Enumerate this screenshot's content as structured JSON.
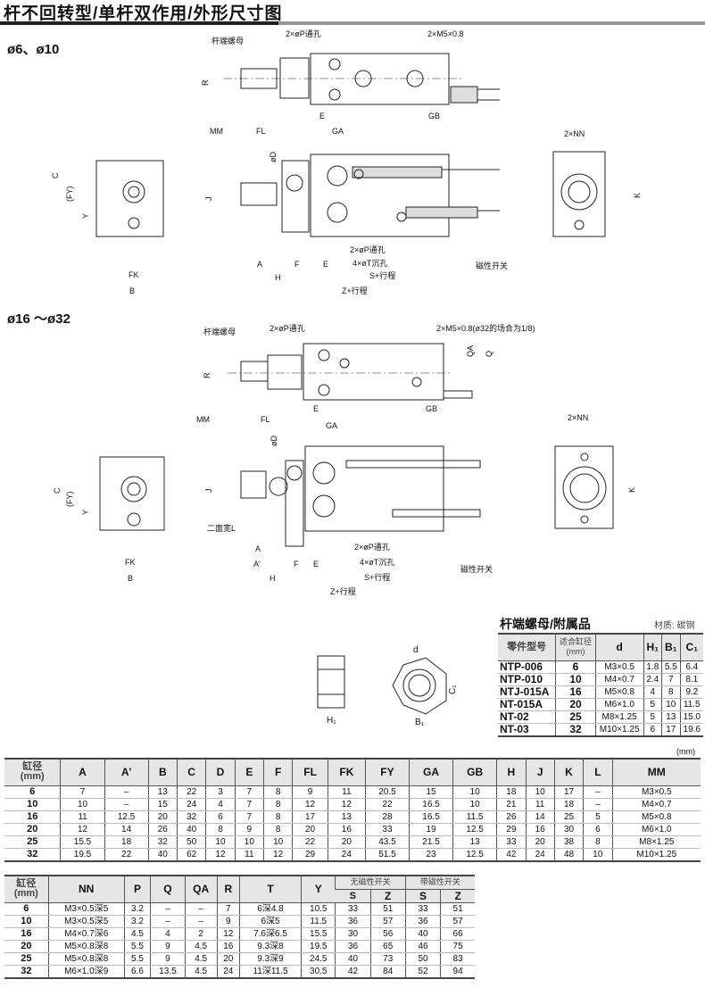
{
  "title": "杆不回转型/单杆双作用/外形尺寸图",
  "sections": {
    "small": "ø6、ø10",
    "large": "ø16 ～ø32"
  },
  "top_labels": {
    "rod_nut": "杆端螺母",
    "p_hole": "2×øP通孔",
    "m5": "2×M5×0.8",
    "R": "R",
    "E": "E",
    "GA": "GA",
    "GB": "GB",
    "MM": "MM",
    "FL": "FL",
    "D": "øD",
    "J": "J",
    "p_hole2": "2×øP通孔",
    "t_hole": "4×øT沉孔",
    "A": "A",
    "F": "F",
    "E2": "E",
    "H": "H",
    "S": "S+行程",
    "Z": "Z+行程",
    "switch": "磁性开关",
    "NN": "2×NN",
    "K": "K",
    "C": "C",
    "FY": "(FY)",
    "Y": "Y",
    "FK": "FK",
    "B": "B"
  },
  "bottom_labels": {
    "rod_nut": "杆端螺母",
    "p_hole": "2×øP通孔",
    "m5": "2×M5×0.8(ø32的场合为1/8)",
    "QA": "QA",
    "Q": "Q",
    "R": "R",
    "E": "E",
    "GA": "GA",
    "GB": "GB",
    "MM": "MM",
    "FL": "FL",
    "D": "øD",
    "J": "J",
    "L": "二面宽L",
    "A": "A",
    "A2": "A'",
    "F": "F",
    "E2": "E",
    "p_hole2": "2×øP通孔",
    "t_hole": "4×øT沉孔",
    "switch": "磁性开关",
    "H": "H",
    "S": "S+行程",
    "Z": "Z+行程",
    "NN": "2×NN",
    "K": "K",
    "C": "C",
    "FY": "(FY)",
    "Y": "Y",
    "FK": "FK",
    "B": "B"
  },
  "nut_labels": {
    "d": "d",
    "C1": "C₁",
    "H1": "H₁",
    "B1": "B₁"
  },
  "nut_table": {
    "heading": "杆端螺母/附属品",
    "material": "材质: 碳钢",
    "headers": [
      "零件型号",
      "适合缸径\n(mm)",
      "d",
      "H₁",
      "B₁",
      "C₁"
    ],
    "rows": [
      [
        "NTP-006",
        "6",
        "M3×0.5",
        "1.8",
        "5.5",
        "6.4"
      ],
      [
        "NTP-010",
        "10",
        "M4×0.7",
        "2.4",
        "7",
        "8.1"
      ],
      [
        "NTJ-015A",
        "16",
        "M5×0.8",
        "4",
        "8",
        "9.2"
      ],
      [
        "NT-015A",
        "20",
        "M6×1.0",
        "5",
        "10",
        "11.5"
      ],
      [
        "NT-02",
        "25",
        "M8×1.25",
        "5",
        "13",
        "15.0"
      ],
      [
        "NT-03",
        "32",
        "M10×1.25",
        "6",
        "17",
        "19.6"
      ]
    ]
  },
  "unit": "(mm)",
  "table1": {
    "headers": [
      "缸径\n(mm)",
      "A",
      "A'",
      "B",
      "C",
      "D",
      "E",
      "F",
      "FL",
      "FK",
      "FY",
      "GA",
      "GB",
      "H",
      "J",
      "K",
      "L",
      "MM"
    ],
    "rows": [
      [
        "6",
        "7",
        "–",
        "13",
        "22",
        "3",
        "7",
        "8",
        "9",
        "11",
        "20.5",
        "15",
        "10",
        "18",
        "10",
        "17",
        "–",
        "M3×0.5"
      ],
      [
        "10",
        "10",
        "–",
        "15",
        "24",
        "4",
        "7",
        "8",
        "12",
        "12",
        "22",
        "16.5",
        "10",
        "21",
        "11",
        "18",
        "–",
        "M4×0.7"
      ],
      [
        "16",
        "11",
        "12.5",
        "20",
        "32",
        "6",
        "7",
        "8",
        "17",
        "13",
        "28",
        "16.5",
        "11.5",
        "26",
        "14",
        "25",
        "5",
        "M5×0.8"
      ],
      [
        "20",
        "12",
        "14",
        "26",
        "40",
        "8",
        "9",
        "8",
        "20",
        "16",
        "33",
        "19",
        "12.5",
        "29",
        "16",
        "30",
        "6",
        "M6×1.0"
      ],
      [
        "25",
        "15.5",
        "18",
        "32",
        "50",
        "10",
        "10",
        "10",
        "22",
        "20",
        "43.5",
        "21.5",
        "13",
        "33",
        "20",
        "38",
        "8",
        "M8×1.25"
      ],
      [
        "32",
        "19.5",
        "22",
        "40",
        "62",
        "12",
        "11",
        "12",
        "29",
        "24",
        "51.5",
        "23",
        "12.5",
        "42",
        "24",
        "48",
        "10",
        "M10×1.25"
      ]
    ]
  },
  "table2": {
    "headers": [
      "缸径\n(mm)",
      "NN",
      "P",
      "Q",
      "QA",
      "R",
      "T",
      "Y"
    ],
    "group1": "无磁性开关",
    "group2": "带磁性开关",
    "sub": [
      "S",
      "Z",
      "S",
      "Z"
    ],
    "rows": [
      [
        "6",
        "M3×0.5深5",
        "3.2",
        "–",
        "–",
        "7",
        "6深4.8",
        "10.5",
        "33",
        "51",
        "33",
        "51"
      ],
      [
        "10",
        "M3×0.5深5",
        "3.2",
        "–",
        "–",
        "9",
        "6深5",
        "11.5",
        "36",
        "57",
        "36",
        "57"
      ],
      [
        "16",
        "M4×0.7深6",
        "4.5",
        "4",
        "2",
        "12",
        "7.6深6.5",
        "15.5",
        "30",
        "56",
        "40",
        "66"
      ],
      [
        "20",
        "M5×0.8深8",
        "5.5",
        "9",
        "4.5",
        "16",
        "9.3深8",
        "19.5",
        "36",
        "65",
        "46",
        "75"
      ],
      [
        "25",
        "M5×0.8深8",
        "5.5",
        "9",
        "4.5",
        "20",
        "9.3深9",
        "24.5",
        "40",
        "73",
        "50",
        "83"
      ],
      [
        "32",
        "M6×1.0深9",
        "6.6",
        "13.5",
        "4.5",
        "24",
        "11深11.5",
        "30.5",
        "42",
        "84",
        "52",
        "94"
      ]
    ]
  }
}
